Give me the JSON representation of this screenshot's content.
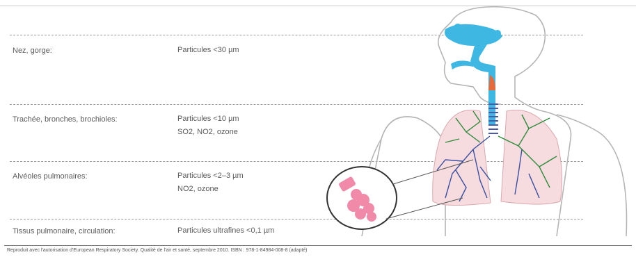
{
  "rows": [
    {
      "region": "Nez, gorge:",
      "pollutants": [
        "Particules <30 µm"
      ]
    },
    {
      "region": "Trachée, bronches, brochioles:",
      "pollutants": [
        "Particules <10 µm",
        "SO2, NO2, ozone"
      ]
    },
    {
      "region": "Alvéoles pulmonaires:",
      "pollutants": [
        "Particules <2–3 µm",
        "NO2, ozone"
      ]
    },
    {
      "region": "Tissus pulmonaire, circulation:",
      "pollutants": [
        "Particules ultrafines <0,1 µm"
      ]
    }
  ],
  "footer": "Reproduit avec l'autorisation d'European Respiratory Society. Qualité de l'air et santé, septembre 2010. ISBN : 978-1-84984-008-8 (adapté)",
  "colors": {
    "airway": "#3fb7e3",
    "bronchi_left": "#3a4fa0",
    "bronchi_right": "#2f8a3a",
    "lung_fill": "#f6dcdf",
    "alveoli": "#f08aa8"
  }
}
